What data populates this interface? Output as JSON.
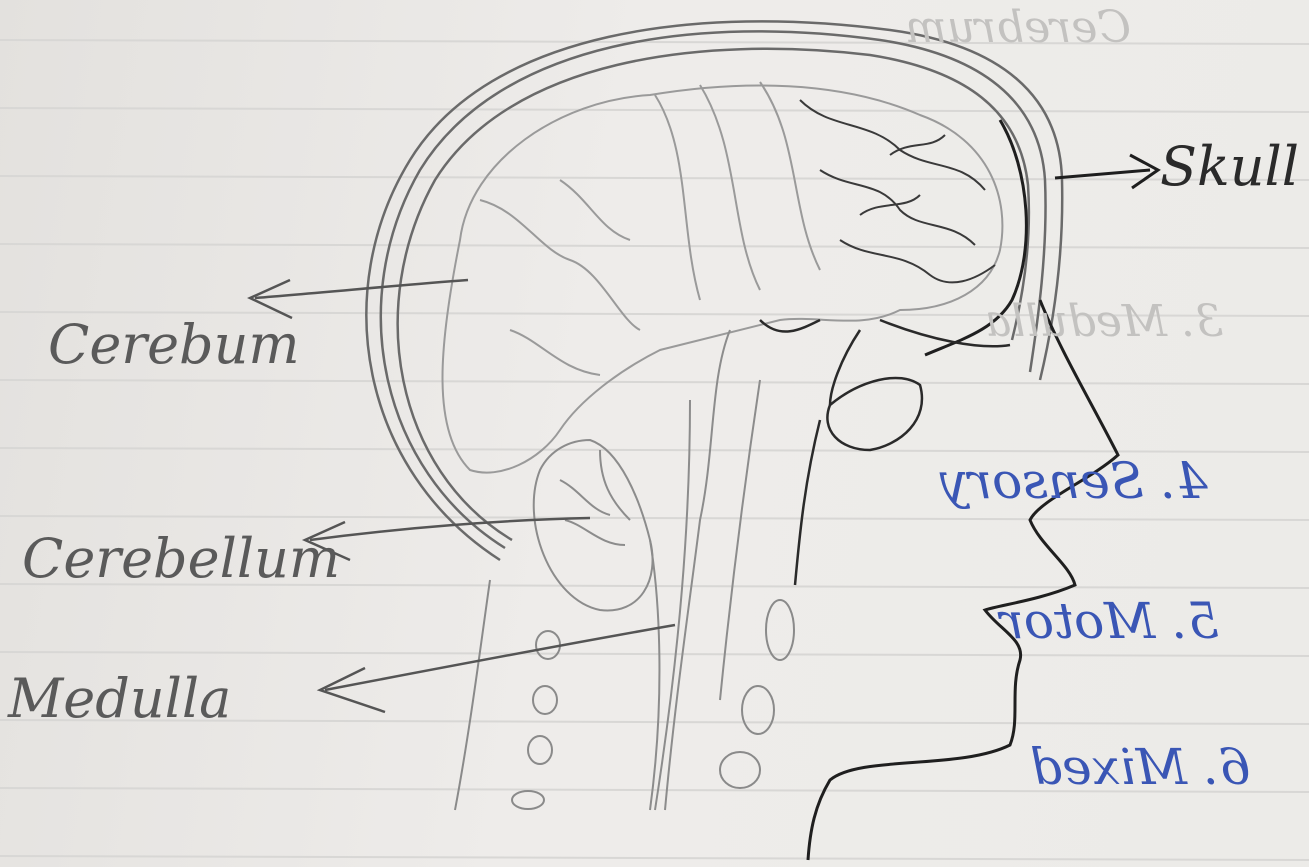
{
  "labels": {
    "cerebrum": "Cerebum",
    "cerebellum": "Cerebellum",
    "medulla": "Medulla",
    "skull": "Skull"
  },
  "show_through": {
    "heading": "Cerebrum",
    "line_3": "3. Medulla",
    "line_4": "4. Sensory",
    "line_5": "5. Motor",
    "line_6": "6. Mixed"
  },
  "colors": {
    "paper": "#ebe9e6",
    "pencil": "#5a5a5a",
    "ink": "#2a2a2a",
    "blue_ink": "#3a56b5",
    "ruling": "#d6d5d3"
  }
}
